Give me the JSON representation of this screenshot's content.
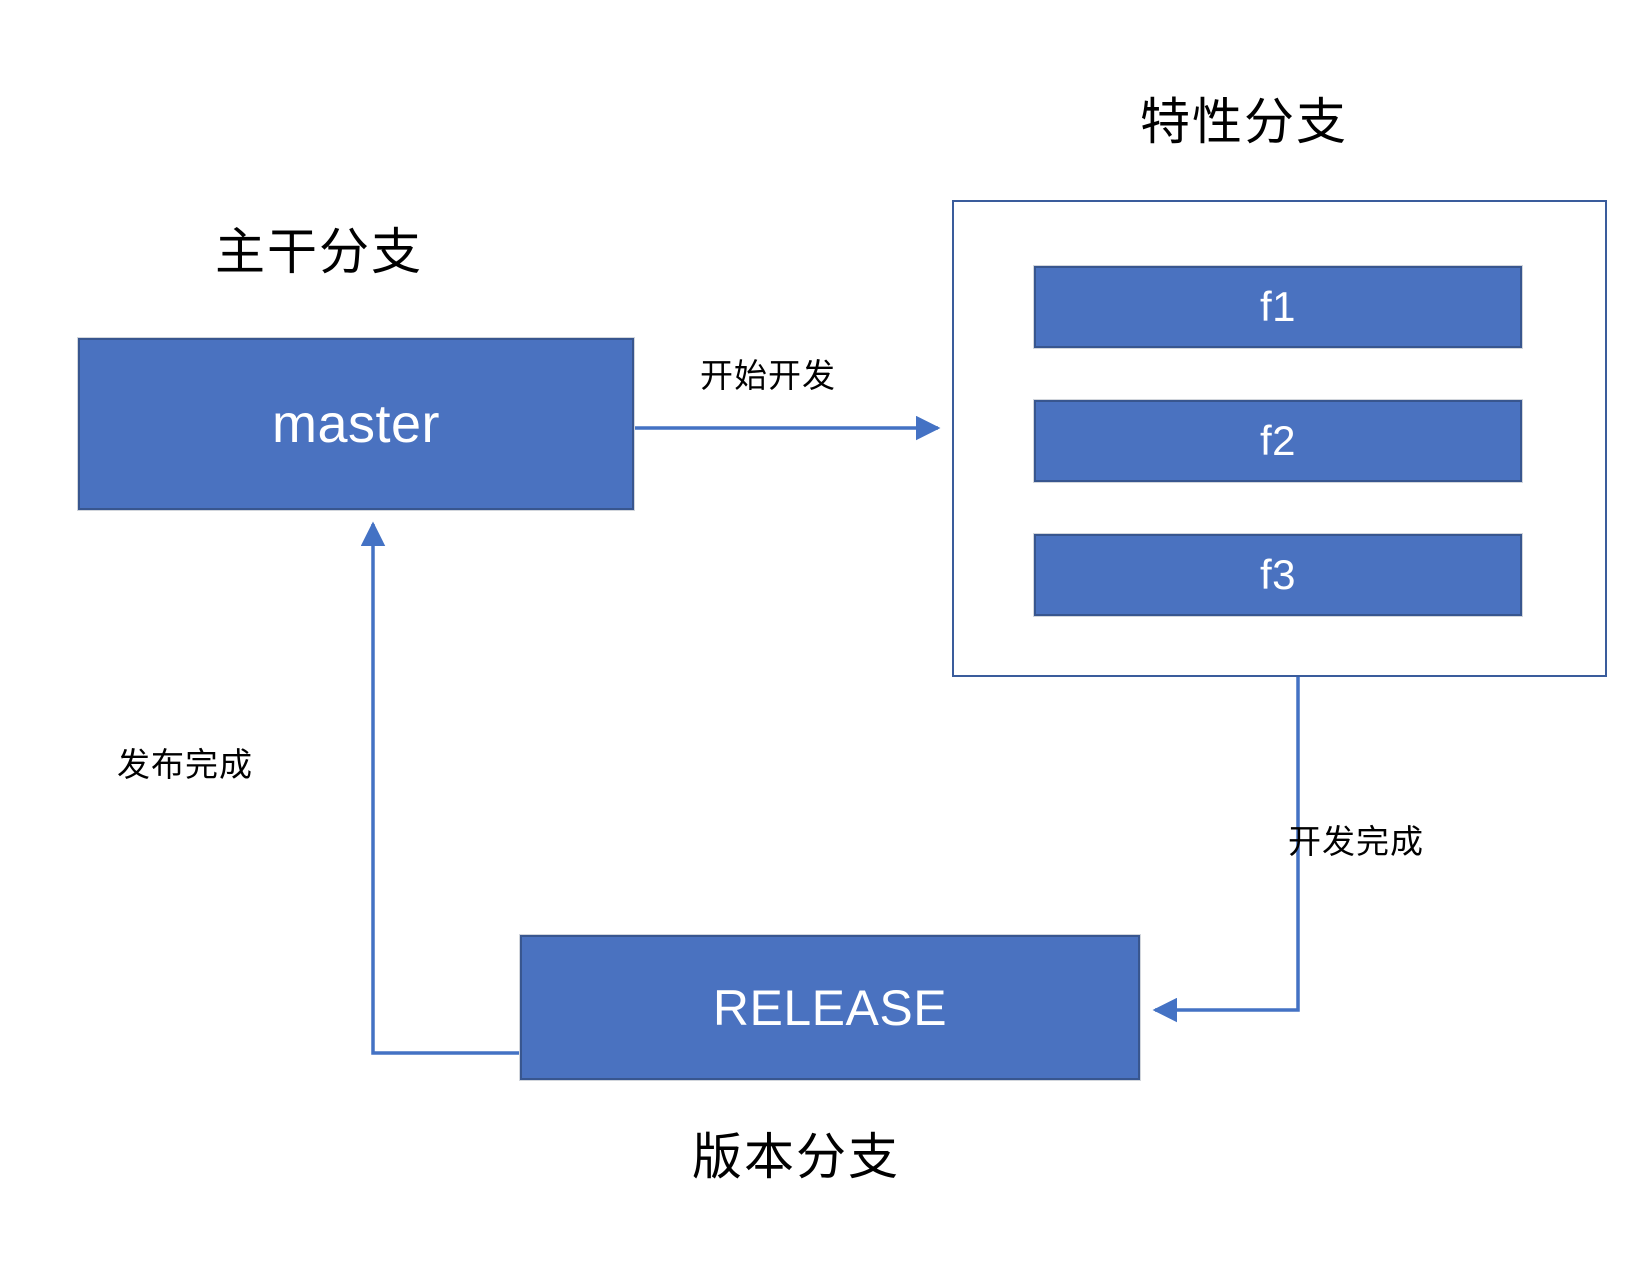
{
  "diagram": {
    "type": "git-branching-flow",
    "background_color": "#ffffff",
    "node_fill_color": "#4a72c0",
    "node_border_color": "#38568f",
    "edge_color": "#4472c4",
    "text_color_on_node": "#ffffff",
    "text_color_label": "#000000"
  },
  "titles": {
    "master_branch": "主干分支",
    "feature_branch": "特性分支",
    "release_branch": "版本分支"
  },
  "nodes": {
    "master": {
      "label": "master"
    },
    "release": {
      "label": "RELEASE"
    },
    "features": [
      {
        "label": "f1"
      },
      {
        "label": "f2"
      },
      {
        "label": "f3"
      }
    ]
  },
  "edges": [
    {
      "id": "master-to-feature",
      "label": "开始开发",
      "from": "master",
      "to": "feature-group",
      "direction": "right"
    },
    {
      "id": "feature-to-release",
      "label": "开发完成",
      "from": "feature-group",
      "to": "release",
      "direction": "down-left"
    },
    {
      "id": "release-to-master",
      "label": "发布完成",
      "from": "release",
      "to": "master",
      "direction": "left-up"
    }
  ]
}
